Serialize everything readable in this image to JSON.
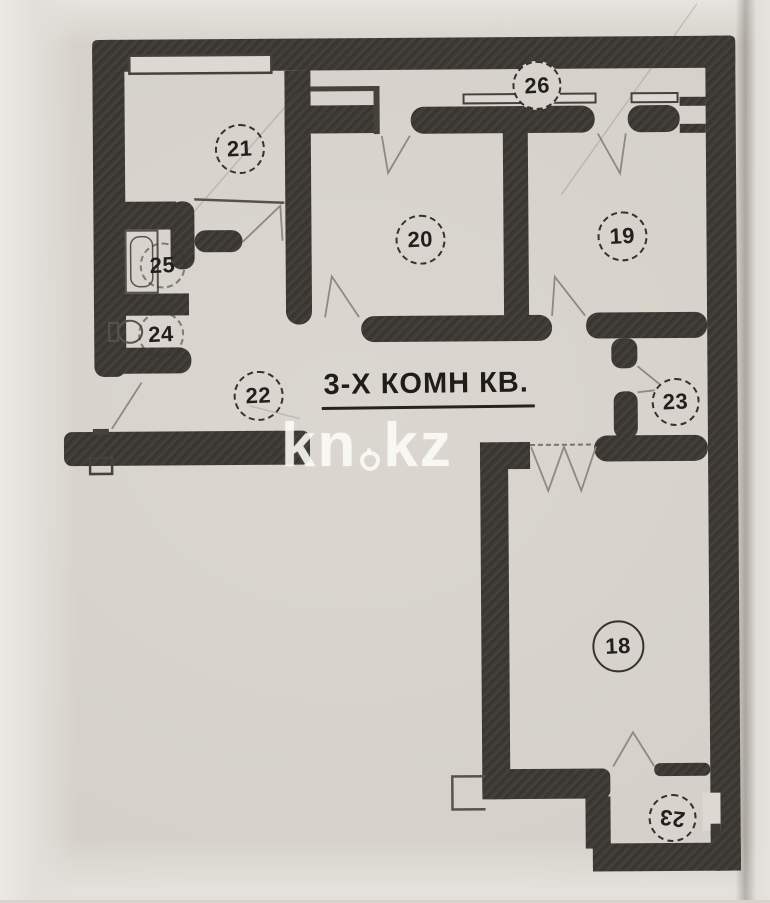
{
  "title": "3-Х КОМН КВ.",
  "watermark": {
    "left": "kn",
    "right": "kz"
  },
  "rooms": [
    {
      "number": "21"
    },
    {
      "number": "25"
    },
    {
      "number": "24"
    },
    {
      "number": "22"
    },
    {
      "number": "20"
    },
    {
      "number": "26"
    },
    {
      "number": "19"
    },
    {
      "number": "23"
    },
    {
      "number": "18"
    },
    {
      "number": "23"
    }
  ],
  "colors": {
    "paper": "#d8d4cd",
    "wall": "#3d3a35",
    "ink": "#22201c",
    "thin_line": "#57534c",
    "door_swing": "#8f897e",
    "watermark": "rgba(252,251,247,0.85)"
  }
}
